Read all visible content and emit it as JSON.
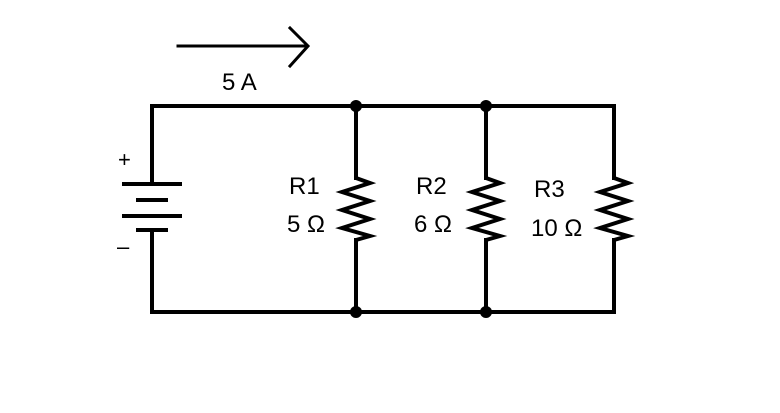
{
  "current": {
    "label": "5 A"
  },
  "battery": {
    "positive_label": "+",
    "negative_label": "–"
  },
  "resistors": [
    {
      "name": "R1",
      "value": "5 Ω"
    },
    {
      "name": "R2",
      "value": "6 Ω"
    },
    {
      "name": "R3",
      "value": "10 Ω"
    }
  ]
}
